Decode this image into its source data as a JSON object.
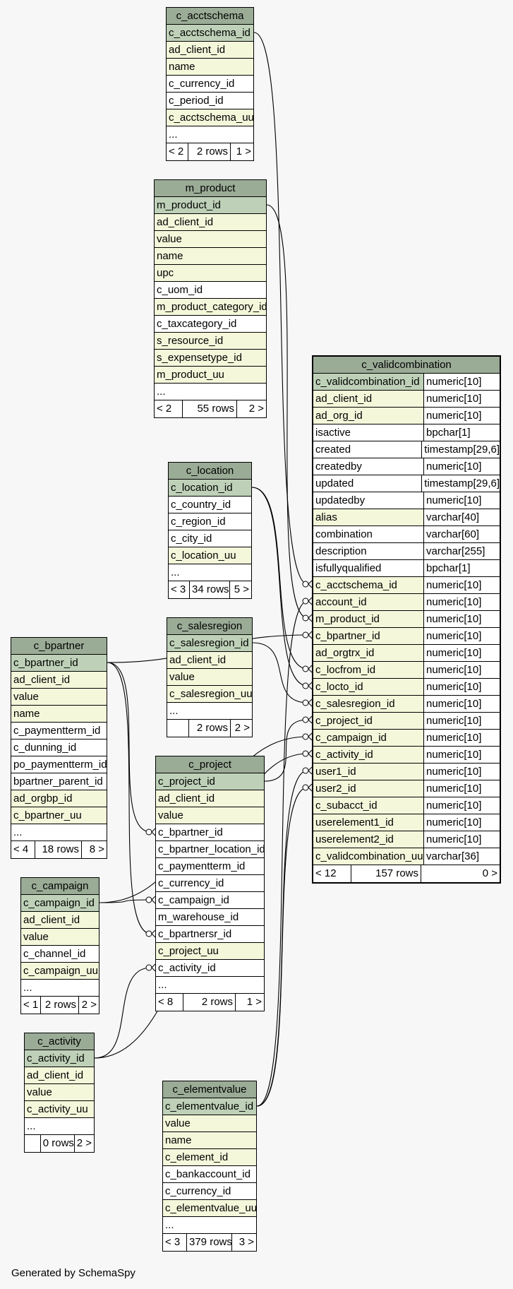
{
  "footer": "Generated by SchemaSpy",
  "tables": {
    "c_acctschema": {
      "name": "c_acctschema",
      "columns": [
        {
          "name": "c_acctschema_id",
          "kind": "pk"
        },
        {
          "name": "ad_client_id",
          "kind": "idx"
        },
        {
          "name": "name",
          "kind": "idx"
        },
        {
          "name": "c_currency_id",
          "kind": "plain"
        },
        {
          "name": "c_period_id",
          "kind": "plain"
        },
        {
          "name": "c_acctschema_uu",
          "kind": "idx"
        },
        {
          "name": "...",
          "kind": "plain"
        }
      ],
      "footer": [
        "< 2",
        "2 rows",
        "1 >"
      ]
    },
    "m_product": {
      "name": "m_product",
      "columns": [
        {
          "name": "m_product_id",
          "kind": "pk"
        },
        {
          "name": "ad_client_id",
          "kind": "idx"
        },
        {
          "name": "value",
          "kind": "idx"
        },
        {
          "name": "name",
          "kind": "idx"
        },
        {
          "name": "upc",
          "kind": "idx"
        },
        {
          "name": "c_uom_id",
          "kind": "plain"
        },
        {
          "name": "m_product_category_id",
          "kind": "idx"
        },
        {
          "name": "c_taxcategory_id",
          "kind": "plain"
        },
        {
          "name": "s_resource_id",
          "kind": "idx"
        },
        {
          "name": "s_expensetype_id",
          "kind": "idx"
        },
        {
          "name": "m_product_uu",
          "kind": "idx"
        },
        {
          "name": "...",
          "kind": "plain"
        }
      ],
      "footer": [
        "< 2",
        "55 rows",
        "2 >"
      ]
    },
    "c_location": {
      "name": "c_location",
      "columns": [
        {
          "name": "c_location_id",
          "kind": "pk"
        },
        {
          "name": "c_country_id",
          "kind": "plain"
        },
        {
          "name": "c_region_id",
          "kind": "plain"
        },
        {
          "name": "c_city_id",
          "kind": "plain"
        },
        {
          "name": "c_location_uu",
          "kind": "idx"
        },
        {
          "name": "...",
          "kind": "plain"
        }
      ],
      "footer": [
        "< 3",
        "34 rows",
        "5 >"
      ]
    },
    "c_salesregion": {
      "name": "c_salesregion",
      "columns": [
        {
          "name": "c_salesregion_id",
          "kind": "pk"
        },
        {
          "name": "ad_client_id",
          "kind": "idx"
        },
        {
          "name": "value",
          "kind": "idx"
        },
        {
          "name": "c_salesregion_uu",
          "kind": "idx"
        },
        {
          "name": "...",
          "kind": "plain"
        }
      ],
      "footer": [
        "",
        "2 rows",
        "2 >"
      ]
    },
    "c_bpartner": {
      "name": "c_bpartner",
      "columns": [
        {
          "name": "c_bpartner_id",
          "kind": "pk"
        },
        {
          "name": "ad_client_id",
          "kind": "idx"
        },
        {
          "name": "value",
          "kind": "idx"
        },
        {
          "name": "name",
          "kind": "idx"
        },
        {
          "name": "c_paymentterm_id",
          "kind": "plain"
        },
        {
          "name": "c_dunning_id",
          "kind": "plain"
        },
        {
          "name": "po_paymentterm_id",
          "kind": "plain"
        },
        {
          "name": "bpartner_parent_id",
          "kind": "plain"
        },
        {
          "name": "ad_orgbp_id",
          "kind": "idx"
        },
        {
          "name": "c_bpartner_uu",
          "kind": "idx"
        },
        {
          "name": "...",
          "kind": "plain"
        }
      ],
      "footer": [
        "< 4",
        "18 rows",
        "8 >"
      ]
    },
    "c_project": {
      "name": "c_project",
      "columns": [
        {
          "name": "c_project_id",
          "kind": "pk"
        },
        {
          "name": "ad_client_id",
          "kind": "idx"
        },
        {
          "name": "value",
          "kind": "idx"
        },
        {
          "name": "c_bpartner_id",
          "kind": "plain"
        },
        {
          "name": "c_bpartner_location_id",
          "kind": "plain"
        },
        {
          "name": "c_paymentterm_id",
          "kind": "plain"
        },
        {
          "name": "c_currency_id",
          "kind": "plain"
        },
        {
          "name": "c_campaign_id",
          "kind": "plain"
        },
        {
          "name": "m_warehouse_id",
          "kind": "plain"
        },
        {
          "name": "c_bpartnersr_id",
          "kind": "plain"
        },
        {
          "name": "c_project_uu",
          "kind": "idx"
        },
        {
          "name": "c_activity_id",
          "kind": "plain"
        },
        {
          "name": "...",
          "kind": "plain"
        }
      ],
      "footer": [
        "< 8",
        "2 rows",
        "1 >"
      ]
    },
    "c_campaign": {
      "name": "c_campaign",
      "columns": [
        {
          "name": "c_campaign_id",
          "kind": "pk"
        },
        {
          "name": "ad_client_id",
          "kind": "idx"
        },
        {
          "name": "value",
          "kind": "idx"
        },
        {
          "name": "c_channel_id",
          "kind": "plain"
        },
        {
          "name": "c_campaign_uu",
          "kind": "idx"
        },
        {
          "name": "...",
          "kind": "plain"
        }
      ],
      "footer": [
        "< 1",
        "2 rows",
        "2 >"
      ]
    },
    "c_activity": {
      "name": "c_activity",
      "columns": [
        {
          "name": "c_activity_id",
          "kind": "pk"
        },
        {
          "name": "ad_client_id",
          "kind": "idx"
        },
        {
          "name": "value",
          "kind": "idx"
        },
        {
          "name": "c_activity_uu",
          "kind": "idx"
        },
        {
          "name": "...",
          "kind": "plain"
        }
      ],
      "footer": [
        "",
        "0 rows",
        "2 >"
      ]
    },
    "c_elementvalue": {
      "name": "c_elementvalue",
      "columns": [
        {
          "name": "c_elementvalue_id",
          "kind": "pk"
        },
        {
          "name": "value",
          "kind": "idx"
        },
        {
          "name": "name",
          "kind": "idx"
        },
        {
          "name": "c_element_id",
          "kind": "idx"
        },
        {
          "name": "c_bankaccount_id",
          "kind": "plain"
        },
        {
          "name": "c_currency_id",
          "kind": "plain"
        },
        {
          "name": "c_elementvalue_uu",
          "kind": "idx"
        },
        {
          "name": "...",
          "kind": "plain"
        }
      ],
      "footer": [
        "< 3",
        "379 rows",
        "3 >"
      ]
    },
    "c_validcombination": {
      "name": "c_validcombination",
      "columns": [
        {
          "name": "c_validcombination_id",
          "type": "numeric[10]",
          "kind": "pk"
        },
        {
          "name": "ad_client_id",
          "type": "numeric[10]",
          "kind": "idx"
        },
        {
          "name": "ad_org_id",
          "type": "numeric[10]",
          "kind": "idx"
        },
        {
          "name": "isactive",
          "type": "bpchar[1]",
          "kind": "plain"
        },
        {
          "name": "created",
          "type": "timestamp[29,6]",
          "kind": "plain"
        },
        {
          "name": "createdby",
          "type": "numeric[10]",
          "kind": "plain"
        },
        {
          "name": "updated",
          "type": "timestamp[29,6]",
          "kind": "plain"
        },
        {
          "name": "updatedby",
          "type": "numeric[10]",
          "kind": "plain"
        },
        {
          "name": "alias",
          "type": "varchar[40]",
          "kind": "idx"
        },
        {
          "name": "combination",
          "type": "varchar[60]",
          "kind": "plain"
        },
        {
          "name": "description",
          "type": "varchar[255]",
          "kind": "plain"
        },
        {
          "name": "isfullyqualified",
          "type": "bpchar[1]",
          "kind": "plain"
        },
        {
          "name": "c_acctschema_id",
          "type": "numeric[10]",
          "kind": "idx"
        },
        {
          "name": "account_id",
          "type": "numeric[10]",
          "kind": "idx"
        },
        {
          "name": "m_product_id",
          "type": "numeric[10]",
          "kind": "idx"
        },
        {
          "name": "c_bpartner_id",
          "type": "numeric[10]",
          "kind": "idx"
        },
        {
          "name": "ad_orgtrx_id",
          "type": "numeric[10]",
          "kind": "idx"
        },
        {
          "name": "c_locfrom_id",
          "type": "numeric[10]",
          "kind": "idx"
        },
        {
          "name": "c_locto_id",
          "type": "numeric[10]",
          "kind": "idx"
        },
        {
          "name": "c_salesregion_id",
          "type": "numeric[10]",
          "kind": "idx"
        },
        {
          "name": "c_project_id",
          "type": "numeric[10]",
          "kind": "idx"
        },
        {
          "name": "c_campaign_id",
          "type": "numeric[10]",
          "kind": "idx"
        },
        {
          "name": "c_activity_id",
          "type": "numeric[10]",
          "kind": "idx"
        },
        {
          "name": "user1_id",
          "type": "numeric[10]",
          "kind": "idx"
        },
        {
          "name": "user2_id",
          "type": "numeric[10]",
          "kind": "idx"
        },
        {
          "name": "c_subacct_id",
          "type": "numeric[10]",
          "kind": "idx"
        },
        {
          "name": "userelement1_id",
          "type": "numeric[10]",
          "kind": "idx"
        },
        {
          "name": "userelement2_id",
          "type": "numeric[10]",
          "kind": "idx"
        },
        {
          "name": "c_validcombination_uu",
          "type": "varchar[36]",
          "kind": "idx"
        }
      ],
      "footer": [
        "< 12",
        "157 rows",
        "0 >"
      ]
    }
  },
  "relationships": [
    {
      "from": "c_acctschema.c_acctschema_id",
      "to": "c_validcombination.c_acctschema_id"
    },
    {
      "from": "c_elementvalue.c_elementvalue_id",
      "to": "c_validcombination.account_id"
    },
    {
      "from": "m_product.m_product_id",
      "to": "c_validcombination.m_product_id"
    },
    {
      "from": "c_bpartner.c_bpartner_id",
      "to": "c_validcombination.c_bpartner_id"
    },
    {
      "from": "c_location.c_location_id",
      "to": "c_validcombination.c_locfrom_id"
    },
    {
      "from": "c_location.c_location_id",
      "to": "c_validcombination.c_locto_id"
    },
    {
      "from": "c_salesregion.c_salesregion_id",
      "to": "c_validcombination.c_salesregion_id"
    },
    {
      "from": "c_project.c_project_id",
      "to": "c_validcombination.c_project_id"
    },
    {
      "from": "c_campaign.c_campaign_id",
      "to": "c_validcombination.c_campaign_id"
    },
    {
      "from": "c_activity.c_activity_id",
      "to": "c_validcombination.c_activity_id"
    },
    {
      "from": "c_elementvalue.c_elementvalue_id",
      "to": "c_validcombination.user1_id"
    },
    {
      "from": "c_elementvalue.c_elementvalue_id",
      "to": "c_validcombination.user2_id"
    },
    {
      "from": "c_bpartner.c_bpartner_id",
      "to": "c_project.c_bpartner_id"
    },
    {
      "from": "c_campaign.c_campaign_id",
      "to": "c_project.c_campaign_id"
    },
    {
      "from": "c_bpartner.c_bpartner_id",
      "to": "c_project.c_bpartnersr_id"
    },
    {
      "from": "c_activity.c_activity_id",
      "to": "c_project.c_activity_id"
    }
  ]
}
